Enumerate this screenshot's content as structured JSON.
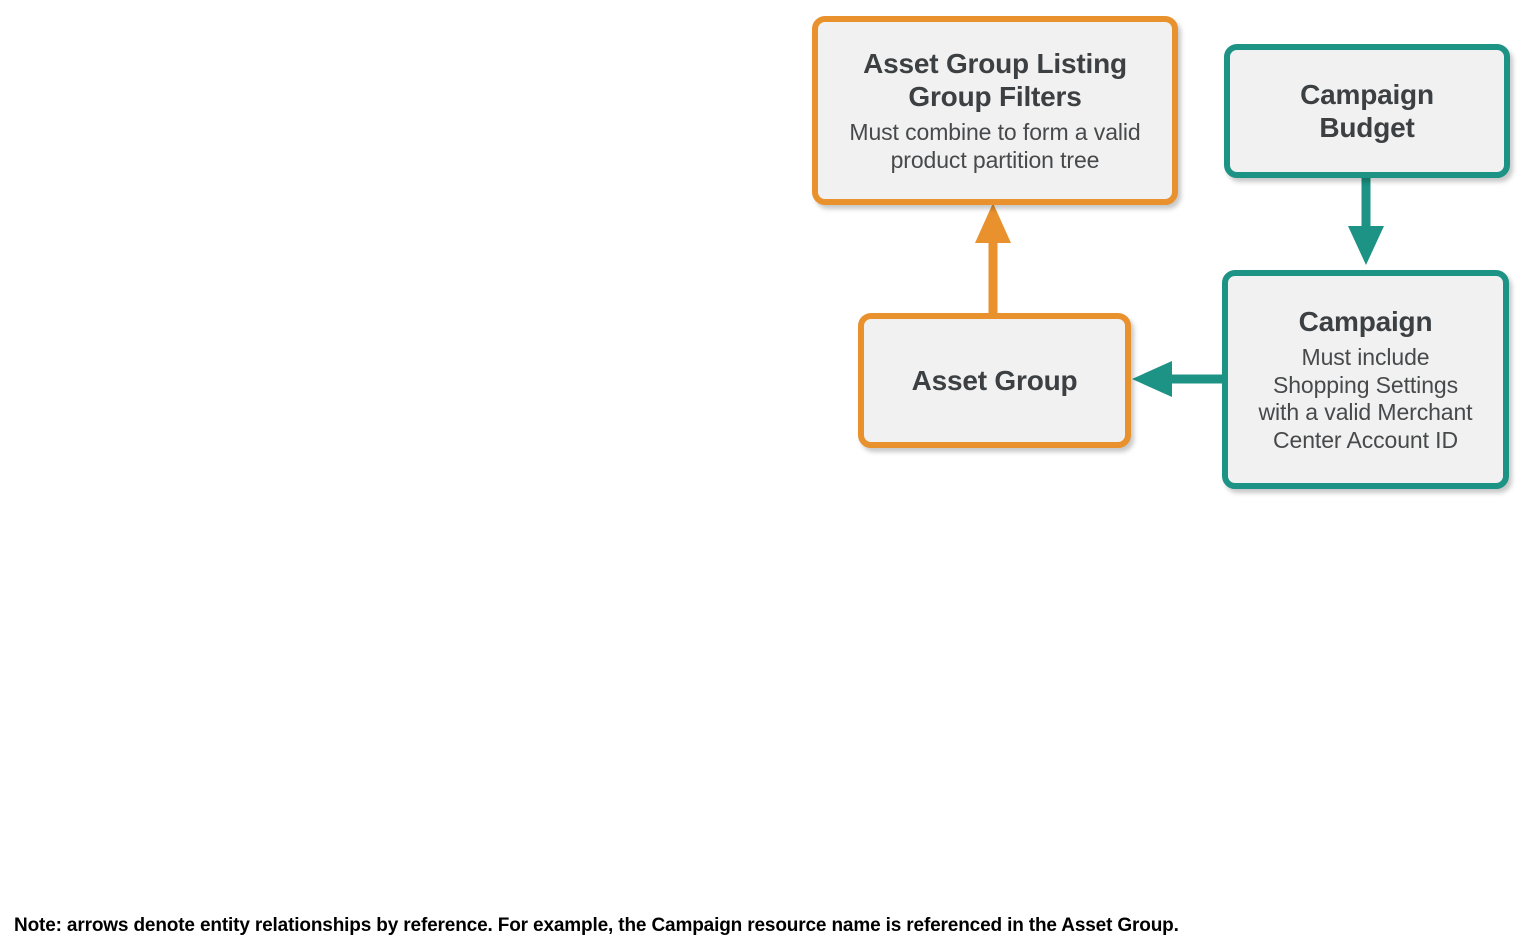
{
  "diagram": {
    "type": "entity-relationship-flow",
    "background_color": "#ffffff",
    "colors": {
      "orange": "#E8912D",
      "teal": "#1C9384",
      "node_fill": "#f1f1f1",
      "title_text": "#3c4043",
      "subtitle_text": "#47494b",
      "note_text": "#000000"
    },
    "nodes": [
      {
        "id": "asset-group-listing-group-filters",
        "title": "Asset Group Listing Group Filters",
        "title_line1": "Asset Group Listing",
        "title_line2": "Group Filters",
        "subtitle": "Must combine to form a valid product partition tree",
        "subtitle_line1": "Must combine to form a valid",
        "subtitle_line2": "product partition tree",
        "accent": "#E8912D"
      },
      {
        "id": "campaign-budget",
        "title": "Campaign Budget",
        "title_line1": "Campaign",
        "title_line2": "Budget",
        "subtitle": "",
        "accent": "#1C9384"
      },
      {
        "id": "asset-group",
        "title": "Asset Group",
        "title_line1": "Asset Group",
        "title_line2": "",
        "subtitle": "",
        "accent": "#E8912D"
      },
      {
        "id": "campaign",
        "title": "Campaign",
        "title_line1": "Campaign",
        "title_line2": "",
        "subtitle": "Must include Shopping Settings with a valid Merchant Center Account ID",
        "subtitle_line1": "Must include",
        "subtitle_line2": "Shopping Settings",
        "subtitle_line3": "with a valid Merchant",
        "subtitle_line4": "Center Account ID",
        "accent": "#1C9384"
      }
    ],
    "edges": [
      {
        "id": "edge-asset-group-to-listing-filters",
        "from": "asset-group",
        "to": "asset-group-listing-group-filters",
        "direction": "up",
        "color": "#E8912D"
      },
      {
        "id": "edge-campaign-budget-to-campaign",
        "from": "campaign-budget",
        "to": "campaign",
        "direction": "down",
        "color": "#1C9384"
      },
      {
        "id": "edge-campaign-to-asset-group",
        "from": "campaign",
        "to": "asset-group",
        "direction": "left",
        "color": "#1C9384"
      }
    ],
    "note": "Note: arrows denote entity relationships by reference. For example, the Campaign resource name is referenced in the Asset Group."
  }
}
